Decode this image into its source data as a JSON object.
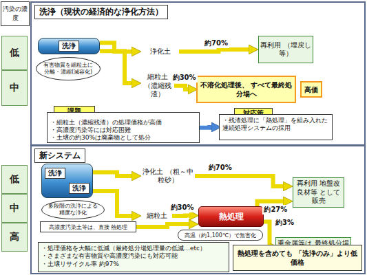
{
  "diagram": {
    "nodes": [
      {
        "text": [
          "汚染の濃度"
        ]
      },
      {
        "text": [
          "低"
        ]
      },
      {
        "text": [
          "中"
        ]
      },
      {
        "text": [
          "洗浄（現状の経済的な浄化方法）"
        ]
      },
      {
        "text": [
          "洗浄"
        ],
        "in": 3
      },
      {
        "text": [
          "有害物質を細粒土に 分離・濃縮(減容化)"
        ],
        "in": 3
      },
      {
        "text": [
          "浄化土"
        ],
        "in": 3
      },
      {
        "text": [
          "細粒土 （濃縮残渣）"
        ],
        "in": 3
      },
      {
        "text": [
          "再利用 （埋戻し等）"
        ],
        "in": 3
      },
      {
        "text": [
          "不溶化処理後、 すべて最終処分場へ"
        ],
        "in": 3
      },
      {
        "text": [
          "高価"
        ],
        "in": 3
      },
      {
        "text": [
          "課題"
        ],
        "in": 3
      },
      {
        "text": [
          "・細粒土（濃縮残渣）の処理価格が高価",
          "・高濃度汚染等には対応困難",
          "・土壌の約30%は廃棄物として処分"
        ],
        "in": 3
      },
      {
        "text": [
          "対応策"
        ],
        "in": 3
      },
      {
        "text": [
          "・残渣処理に「熱処理」を組み入れた 連続処理システムの採用"
        ],
        "in": 3
      },
      {
        "text": [
          "低"
        ]
      },
      {
        "text": [
          "中"
        ]
      },
      {
        "text": [
          "高"
        ]
      },
      {
        "text": [
          "新システム"
        ]
      },
      {
        "text": [
          "洗浄",
          "洗浄"
        ],
        "in": 18
      },
      {
        "text": [
          "多段階の洗浄による 精度な浄化"
        ],
        "in": 18
      },
      {
        "text": [
          "浄化土 （粗～中粒砂）"
        ],
        "in": 18
      },
      {
        "text": [
          "細粒土"
        ],
        "in": 18
      },
      {
        "text": [
          "熱処理"
        ],
        "in": 18
      },
      {
        "text": [
          "再利用 地盤改良材等 として販売"
        ],
        "in": 18
      },
      {
        "text": [
          "重金属等は 最終処分場へ"
        ],
        "in": 18
      },
      {
        "text": [
          "高温（約1,100℃）で無害化"
        ],
        "in": 18
      },
      {
        "text": [
          "高濃度汚染土等は、直接 熱処理"
        ],
        "in": 18
      },
      {
        "text": [
          "・処理価格を大幅に低減（最終処分場処理量の低減…etc）",
          "・さまざまな有害物質や高濃度汚染にも対応可能",
          "・土壌リサイクル率 約97%"
        ],
        "in": 18
      },
      {
        "text": [
          "熱処理を含めても 「洗浄のみ」より低価格"
        ],
        "in": 18
      }
    ],
    "edges": [
      {
        "from": 4,
        "to": 6,
        "arrow": "to"
      },
      {
        "from": 4,
        "to": 7,
        "arrow": "to"
      },
      {
        "from": 6,
        "to": 8,
        "label": "約70%",
        "arrow": "to"
      },
      {
        "from": 7,
        "to": 9,
        "label": "約30%",
        "arrow": "to"
      },
      {
        "from": 12,
        "to": 14,
        "arrow": "to"
      },
      {
        "from": 19,
        "to": 21,
        "arrow": "to"
      },
      {
        "from": 19,
        "to": 22,
        "arrow": "to"
      },
      {
        "from": 21,
        "to": 24,
        "label": "約70%",
        "arrow": "to"
      },
      {
        "from": 22,
        "to": 23,
        "label": "約30%",
        "arrow": "to"
      },
      {
        "from": 23,
        "to": 24,
        "label": "約27%",
        "arrow": "to"
      },
      {
        "from": 23,
        "to": 25,
        "label": "約3%",
        "arrow": "to"
      },
      {
        "from": 27,
        "to": 23,
        "arrow": "to"
      }
    ]
  }
}
